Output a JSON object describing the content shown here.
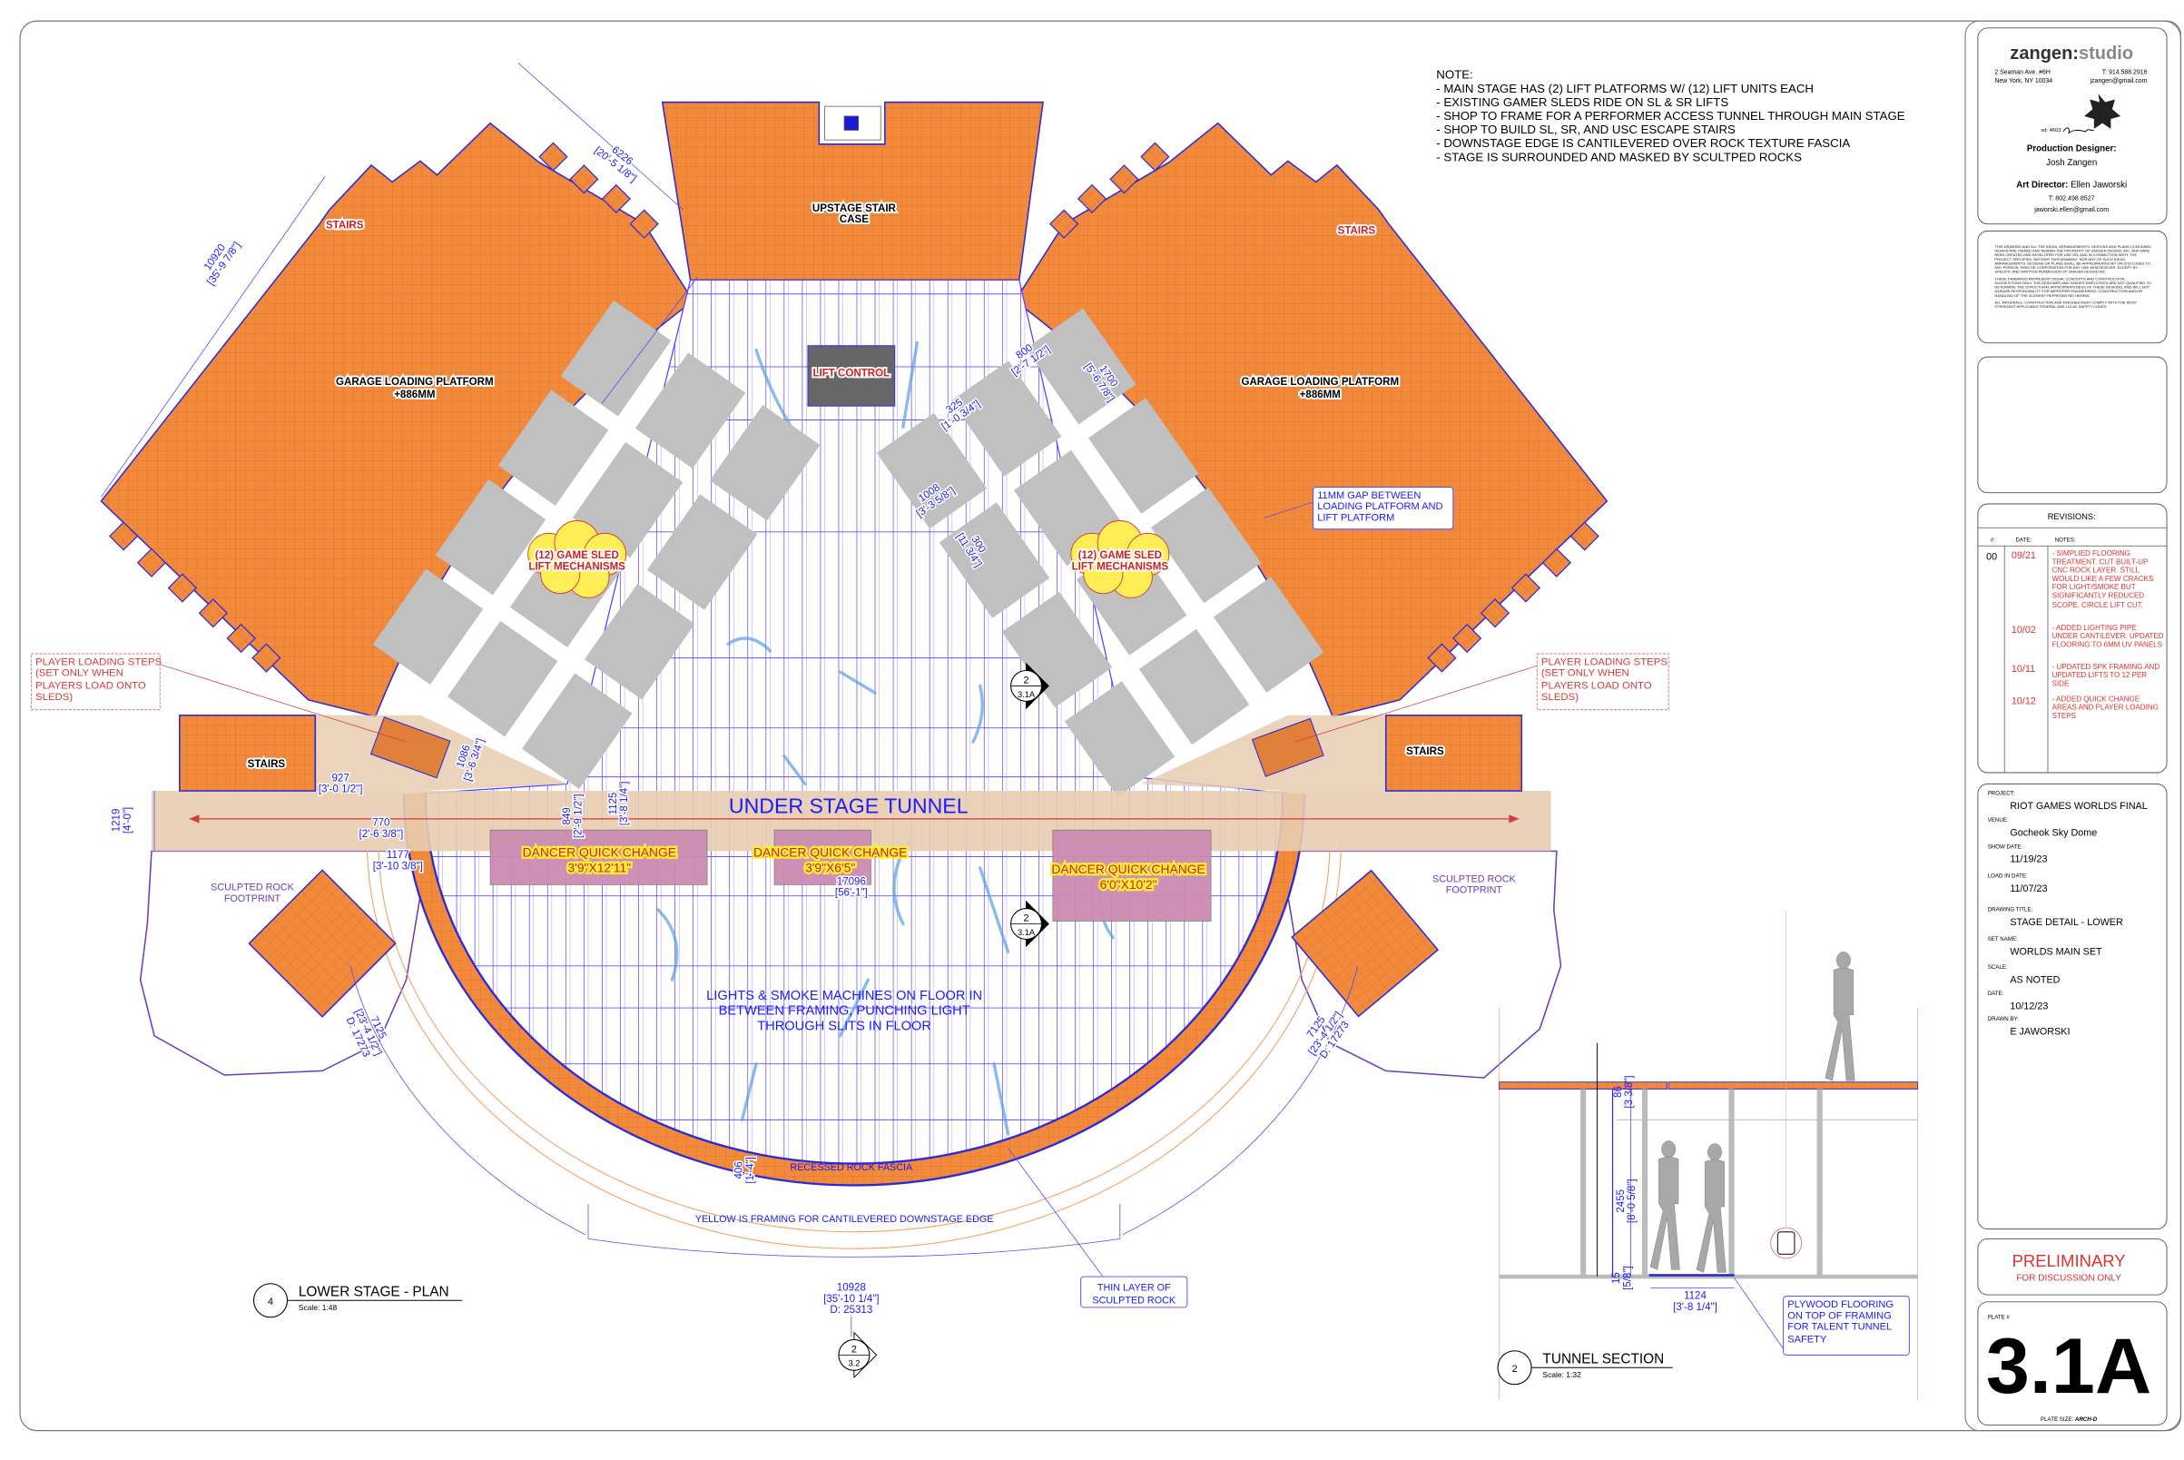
{
  "notes": {
    "heading": "NOTE:",
    "items": [
      "- MAIN STAGE HAS (2) LIFT PLATFORMS W/ (12) LIFT UNITS EACH",
      "- EXISTING GAMER SLEDS RIDE ON SL & SR LIFTS",
      "- SHOP TO FRAME FOR A PERFORMER ACCESS TUNNEL THROUGH MAIN STAGE",
      "- SHOP TO BUILD SL, SR, AND USC ESCAPE STAIRS",
      "- DOWNSTAGE EDGE IS CANTILEVERED OVER ROCK TEXTURE FASCIA",
      "- STAGE IS SURROUNDED AND MASKED BY SCULTPED ROCKS"
    ]
  },
  "plan": {
    "stairs_red_left": "STAIRS",
    "stairs_red_right": "STAIRS",
    "garage_left": [
      "GARAGE LOADING PLATFORM",
      "+886MM"
    ],
    "garage_right": [
      "GARAGE LOADING PLATFORM",
      "+886MM"
    ],
    "upstage_stair": [
      "UPSTAGE STAIR",
      "CASE"
    ],
    "lift_control": "LIFT CONTROL",
    "sled_left": [
      "(12) GAME SLED",
      "LIFT MECHANISMS"
    ],
    "sled_right": [
      "(12) GAME SLED",
      "LIFT MECHANISMS"
    ],
    "stairs_left": "STAIRS",
    "stairs_right": "STAIRS",
    "tunnel": "UNDER STAGE TUNNEL",
    "quick_changes": [
      {
        "label": "DANCER QUICK CHANGE",
        "size": "3'9\"X12'11\""
      },
      {
        "label": "DANCER QUICK CHANGE",
        "size": "3'9\"X6'5\""
      },
      {
        "label": "DANCER QUICK CHANGE",
        "size": "6'0\"X10'2\""
      }
    ],
    "rock_left": [
      "SCULPTED ROCK",
      "FOOTPRINT"
    ],
    "rock_right": [
      "SCULPTED ROCK",
      "FOOTPRINT"
    ],
    "player_loading_left": "PLAYER LOADING STEPS (SET ONLY WHEN PLAYERS LOAD ONTO SLEDS)",
    "player_loading_right": "PLAYER LOADING STEPS (SET ONLY WHEN PLAYERS LOAD ONTO SLEDS)",
    "gap_callout": "11MM GAP BETWEEN LOADING PLATFORM AND LIFT PLATFORM",
    "lights_note": [
      "LIGHTS & SMOKE MACHINES ON FLOOR IN",
      "BETWEEN FRAMING, PUNCHING LIGHT",
      "THROUGH SLITS IN FLOOR"
    ],
    "fascia": "RECESSED ROCK FASCIA",
    "yellow_note": "YELLOW IS FRAMING FOR CANTILEVERED DOWNSTAGE EDGE",
    "thin_rock": [
      "THIN LAYER OF",
      "SCULPTED ROCK"
    ],
    "dims": {
      "d10920": [
        "10920",
        "[35'-9 7/8\"]"
      ],
      "d6226": [
        "6226",
        "[20'-5 1/8\"]"
      ],
      "d800": [
        "800",
        "[2'-7 1/2\"]"
      ],
      "d1700": [
        "1700",
        "[5'-6 7/8\"]"
      ],
      "d325": [
        "325",
        "[1'-0 3/4\"]"
      ],
      "d1008": [
        "1008",
        "[3'-3 5/8\"]"
      ],
      "d300": [
        "300",
        "[11 3/4\"]"
      ],
      "d927": [
        "927",
        "[3'-0 1/2\"]"
      ],
      "d1086": [
        "1086",
        "[3'-6 3/4\"]"
      ],
      "d1219": [
        "1219",
        "[4'-0\"]"
      ],
      "d770": [
        "770",
        "[2'-6 3/8\"]"
      ],
      "d1177": [
        "1177",
        "[3'-10 3/8\"]"
      ],
      "d849": [
        "849",
        "[2'-9 1/2\"]"
      ],
      "d1125": [
        "1125",
        "[3'-8 1/4\"]"
      ],
      "d17096": [
        "17096",
        "[56'-1\"]"
      ],
      "d7125l": [
        "7125",
        "[23'-4 1/2\"]",
        "D: 17273"
      ],
      "d7125r": [
        "7125",
        "[23'-4 1/2\"]",
        "D: 17273"
      ],
      "d406": [
        "406",
        "[1'-4\"]"
      ],
      "d10928": [
        "10928",
        "[35'-10 1/4\"]",
        "D: 25313"
      ]
    },
    "markers": [
      {
        "num": "2",
        "sheet": "3.1A"
      },
      {
        "num": "2",
        "sheet": "3.1A"
      },
      {
        "num": "2",
        "sheet": "3.2"
      }
    ],
    "title": {
      "num": "4",
      "name": "LOWER STAGE - PLAN",
      "scale": "Scale: 1:48"
    }
  },
  "section": {
    "dims": {
      "d86": [
        "86",
        "[3 3/8\"]"
      ],
      "d2455": [
        "2455",
        "[8'-0 5/8\"]"
      ],
      "d15": [
        "15",
        "[5/8\"]"
      ],
      "d1124": [
        "1124",
        "[3'-8 1/4\"]"
      ]
    },
    "plywood_callout": "PLYWOOD FLOORING ON TOP OF FRAMING FOR TALENT TUNNEL SAFETY",
    "title": {
      "num": "2",
      "name": "TUNNEL SECTION",
      "scale": "Scale: 1:32"
    }
  },
  "titleblock": {
    "studio": {
      "name_a": "zangen:",
      "name_b": "studio",
      "address1": "2 Seaman Ave. #6H",
      "address2": "New York, NY 10034",
      "phone": "T:  914.588.2916",
      "email": "jzangen@gmail.com",
      "sd": "sd: 4603"
    },
    "designer_label": "Production Designer:",
    "designer_name": "Josh Zangen",
    "art_director_label": "Art Director:",
    "art_director_name": "Ellen Jaworski",
    "art_director_phone": "T: 802.498.8527",
    "art_director_email": "jaworski.ellen@gmail.com",
    "disclaimer": [
      "THIS DRAWING AND ALL THE IDEAS, ARRANGEMENTS, DESIGNS AND PLANS CONTAINED HEREIN ARE OWNED AND REMAIN THE PROPERTY OF ZANGEN DESIGN, INC. AND HAVE BEEN CREATED AND DEVELOPED FOR USE ON, AND IN CONNECTION WITH, THE PROJECT SPECIFIED. NEITHER THIS DRAWING, NOR ANY OF SUCH IDEAS, ARRANGEMENTS, DESIGNS OR PLANS SHALL BE APPROPRIATED BY OR DISCLOSED TO ANY PERSON, FIRM OR CORPORATION FOR ANY USE WHATSOEVER, EXCEPT BY SPECIFIC AND WRITTEN PERMISSION OF ZANGEN DESIGN INC.",
      "THESE DRAWINGS REPRESENT VISUAL CONCEPTS AND CONSTRUCTION SUGGESTIONS ONLY. THE DESIGNER AND HIS/HER EMPLOYEES ARE NOT QUALIFIED TO DETERMINE THE STRUCTURAL APPROPRIATENESS OF THESE DESIGNS, AND WILL NOT ASSUME RESPONSIBILITY FOR IMPROPER ENGINEERING, CONSTRUCTION AND/OR HANDLING OF THE SCENERY REPRESENTED HEREIN.",
      "ALL MATERIALS, CONSTRUCTION AND FINISHES MUST COMPLY WITH THE MOST STRINGENT APPLICABLE FEDERAL AND LOCAL SAFETY CODES."
    ],
    "revisions": {
      "title": "REVISIONS:",
      "headers": [
        "#:",
        "DATE:",
        "NOTES:"
      ],
      "number": "00",
      "rows": [
        {
          "date": "09/21",
          "note": "- SIMPLIED FLOORING TREATMENT. CUT BUILT-UP CNC ROCK LAYER. STILL WOULD LIKE A FEW CRACKS FOR LIGHT/SMOKE BUT SIGNIFICANTLY REDUCED SCOPE. CIRCLE LIFT CUT."
        },
        {
          "date": "10/02",
          "note": "- ADDED LIGHTING PIPE UNDER CANTILEVER. UPDATED FLOORING TO 6MM UV PANELS"
        },
        {
          "date": "10/11",
          "note": "- UPDATED SPK FRAMING AND UPDATED LIFTS TO 12 PER SIDE"
        },
        {
          "date": "10/12",
          "note": "- ADDED QUICK CHANGE AREAS AND PLAYER LOADING STEPS"
        }
      ]
    },
    "info": [
      {
        "label": "PROJECT:",
        "value": "RIOT GAMES WORLDS FINAL"
      },
      {
        "label": "VENUE:",
        "value": "Gocheok Sky Dome"
      },
      {
        "label": "SHOW DATE:",
        "value": "11/19/23"
      },
      {
        "label": "LOAD IN DATE:",
        "value": "11/07/23"
      },
      {
        "label": "DRAWING TITLE:",
        "value": "STAGE DETAIL - LOWER"
      },
      {
        "label": "SET NAME:",
        "value": "WORLDS MAIN SET"
      },
      {
        "label": "SCALE:",
        "value": "AS NOTED"
      },
      {
        "label": "DATE:",
        "value": "10/12/23"
      },
      {
        "label": "DRAWN BY:",
        "value": "E JAWORSKI"
      }
    ],
    "preliminary": "PRELIMINARY",
    "preliminary_sub": "FOR DISCUSSION ONLY",
    "plate_label": "PLATE #",
    "plate_number": "3.1A",
    "plate_size_label": "PLATE SIZE:",
    "plate_size": "ARCH-D"
  },
  "colors": {
    "platform": "#f28a3c",
    "tunnel": "#e8cdb0",
    "quick_change": "#cc8cb2",
    "dimension": "#1a1aff",
    "annotation_red": "#d83a3a",
    "framing": "#5a3cff",
    "sled": "#c0c0c0"
  }
}
